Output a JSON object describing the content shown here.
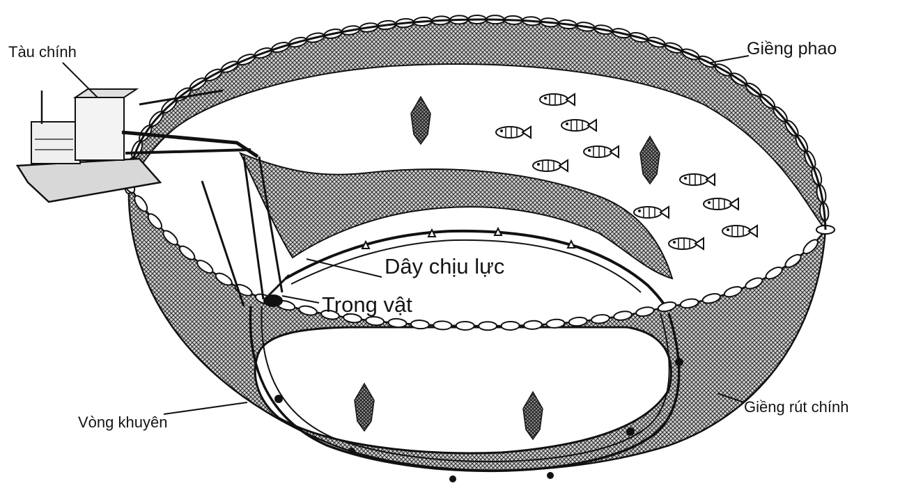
{
  "diagram": {
    "labels": {
      "main_vessel": "Tàu chính",
      "float_line": "Giềng phao",
      "load_bearing_rope": "Dây chịu lực",
      "sinker_weight": "Trọng vật",
      "purse_ring": "Vòng khuyên",
      "main_purse_line": "Giềng rút chính"
    },
    "colors": {
      "ink": "#141414",
      "net": "#3a3a3a",
      "background": "#ffffff"
    },
    "icons": [
      "fish-icon",
      "fish-school-icon",
      "float-icon",
      "ship-icon"
    ]
  }
}
